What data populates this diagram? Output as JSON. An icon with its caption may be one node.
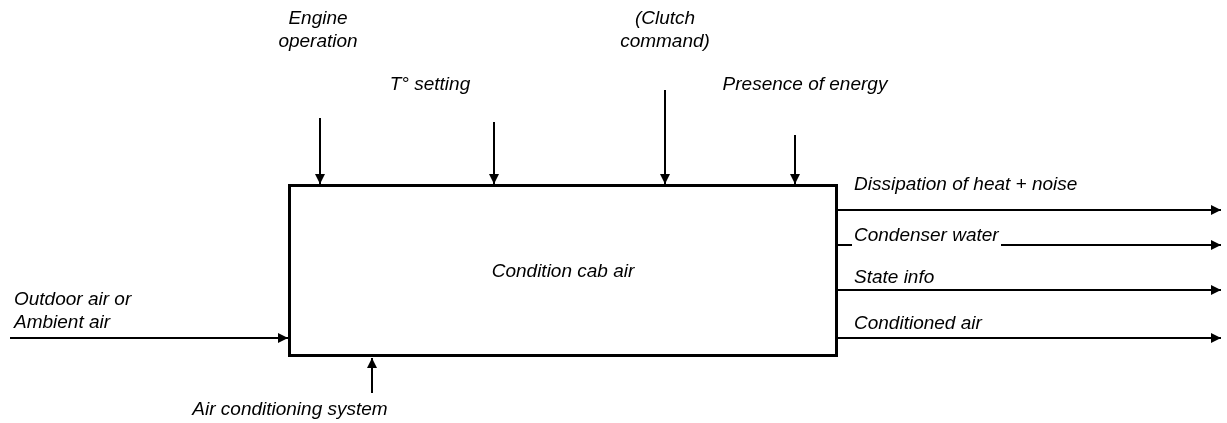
{
  "diagram": {
    "nodes": [
      {
        "text": [
          "Condition cab air"
        ]
      },
      {
        "text": [
          "Engine operation"
        ]
      },
      {
        "text": [
          "T° setting"
        ]
      },
      {
        "text": [
          "(Clutch command)"
        ]
      },
      {
        "text": [
          "Presence of energy"
        ]
      },
      {
        "text": [
          "Air conditioning system"
        ]
      }
    ],
    "edges": [
      {
        "from": 1,
        "to": 0,
        "arrow": "to"
      },
      {
        "from": 2,
        "to": 0,
        "arrow": "to"
      },
      {
        "from": 3,
        "to": 0,
        "arrow": "to"
      },
      {
        "from": 4,
        "to": 0,
        "arrow": "to"
      },
      {
        "from": null,
        "to": 0,
        "arrow": "to",
        "label": "Outdoor air or Ambient air"
      },
      {
        "from": 5,
        "to": 0,
        "arrow": "to"
      },
      {
        "from": 0,
        "to": null,
        "arrow": "to",
        "label": "Dissipation of heat + noise"
      },
      {
        "from": 0,
        "to": null,
        "arrow": "to",
        "label": "Condenser water"
      },
      {
        "from": 0,
        "to": null,
        "arrow": "to",
        "label": "State info"
      },
      {
        "from": 0,
        "to": null,
        "arrow": "to",
        "label": "Conditioned air"
      }
    ]
  }
}
